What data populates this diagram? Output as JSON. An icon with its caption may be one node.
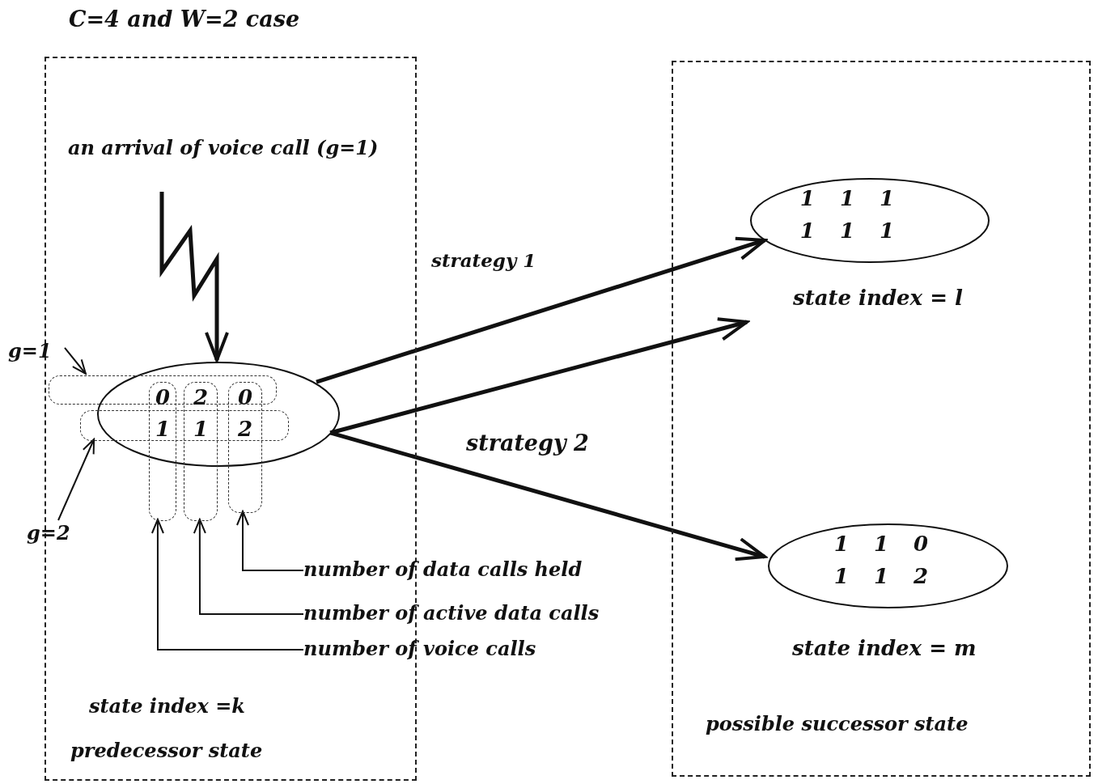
{
  "diagram": {
    "title": "C=4 and W=2 case",
    "nodes": [
      {
        "text": [
          "state index =k",
          "predecessor state"
        ]
      },
      {
        "text": [
          "an arrival of voice call (g=1)"
        ],
        "in": 0
      },
      {
        "text": [],
        "shape": "ellipse",
        "in": 0
      },
      {
        "text": [],
        "shape": "box",
        "in": 0
      },
      {
        "text": [],
        "shape": "box",
        "in": 0
      },
      {
        "text": [
          "0",
          "1"
        ],
        "in": 0
      },
      {
        "text": [
          "2",
          "1"
        ],
        "in": 0
      },
      {
        "text": [
          "0",
          "2"
        ],
        "in": 0
      },
      {
        "text": [
          "g=1"
        ]
      },
      {
        "text": [
          "g=2"
        ]
      },
      {
        "text": [
          "number of data calls held"
        ]
      },
      {
        "text": [
          "number of active data calls"
        ]
      },
      {
        "text": [
          "number of voice calls"
        ]
      },
      {
        "text": [
          "possible successor state"
        ]
      },
      {
        "text": [
          "1 1 1",
          "1 1 1"
        ],
        "beside": [
          "state index = l"
        ],
        "in": 13
      },
      {
        "text": [
          "1 1 0",
          "1 1 2"
        ],
        "beside": [
          "state index = m"
        ],
        "in": 13
      }
    ],
    "edges": [
      {
        "from": 1,
        "to": 2,
        "arrow": "to",
        "style": "thick"
      },
      {
        "from": 2,
        "to": 14,
        "arrow": "to",
        "style": "thick",
        "label": "strategy 1"
      },
      {
        "from": 2,
        "to": 14,
        "arrow": "to",
        "style": "thick"
      },
      {
        "from": 2,
        "to": 15,
        "arrow": "to",
        "style": "thick",
        "label": "strategy 2"
      },
      {
        "from": 8,
        "to": 3,
        "arrow": "to"
      },
      {
        "from": 9,
        "to": 4,
        "arrow": "to"
      },
      {
        "from": 10,
        "to": 7,
        "arrow": "to"
      },
      {
        "from": 11,
        "to": 6,
        "arrow": "to"
      },
      {
        "from": 12,
        "to": 5,
        "arrow": "to"
      }
    ]
  }
}
